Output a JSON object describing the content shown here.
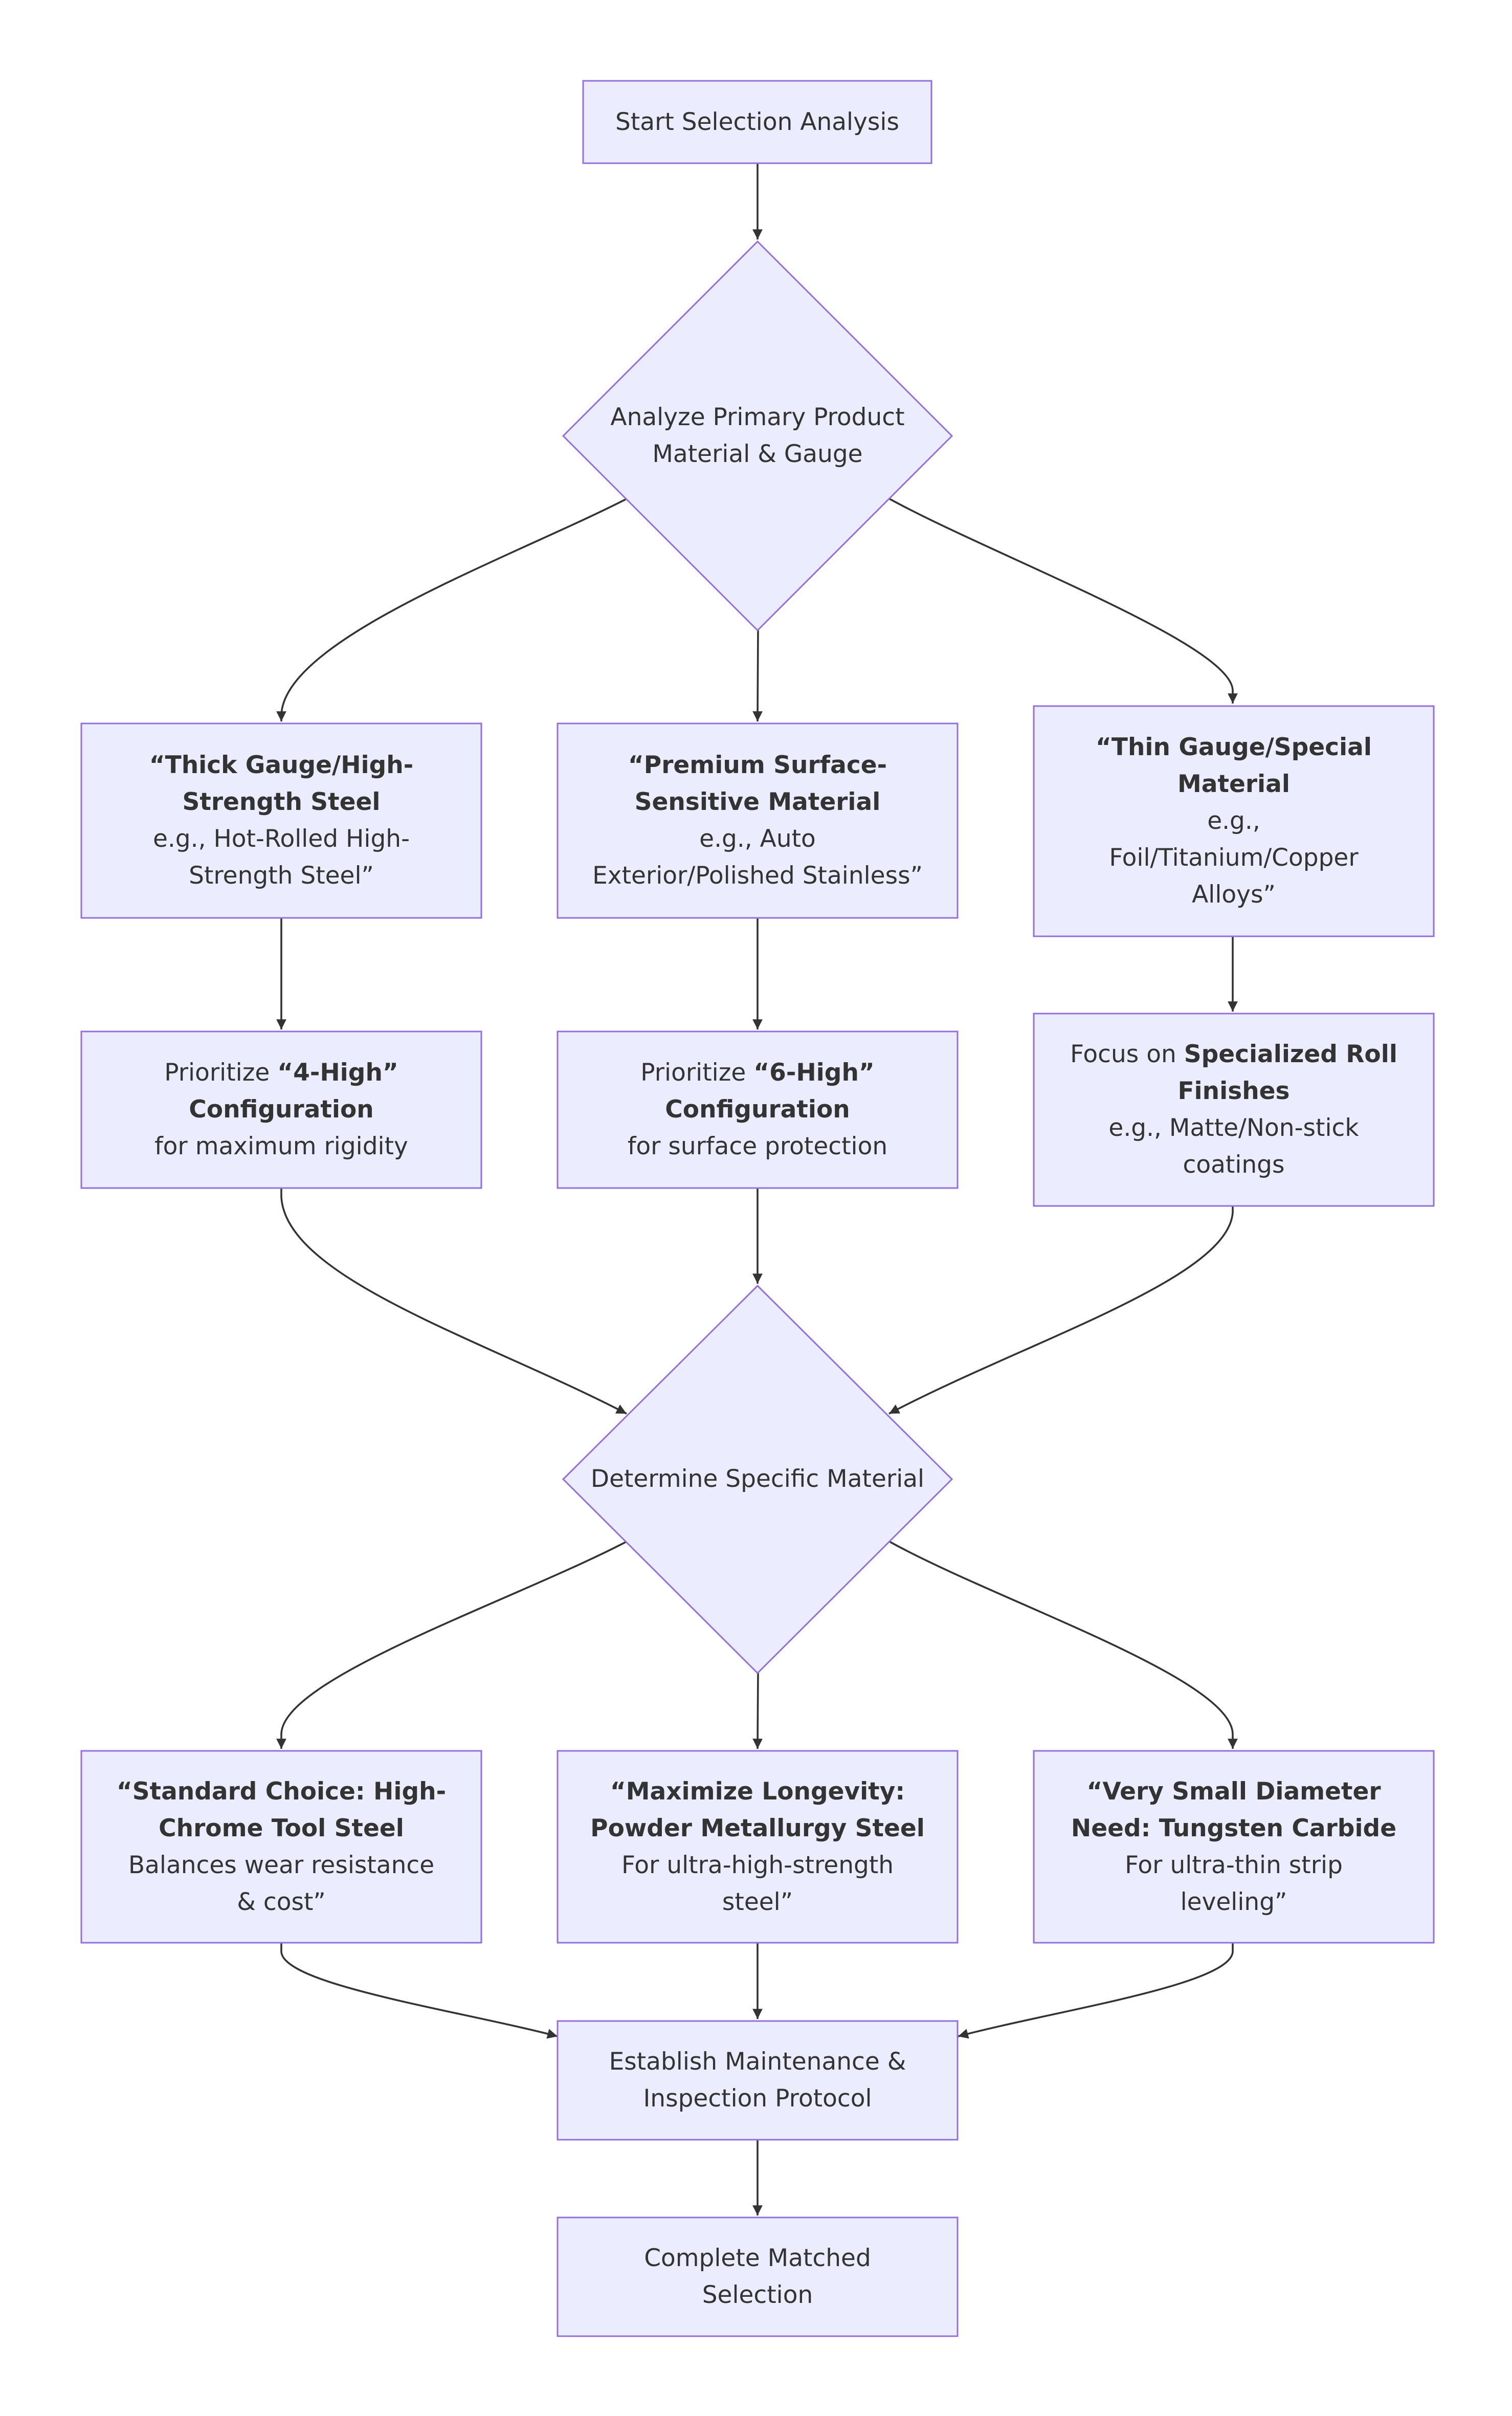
{
  "colors": {
    "node_fill": "#ECECFF",
    "node_border": "#9370DB",
    "edge": "#333333",
    "text": "#333333"
  },
  "nodes": {
    "start": {
      "lines": [
        "Start Selection Analysis"
      ]
    },
    "analyze": {
      "lines": [
        "Analyze Primary Product",
        "Material & Gauge"
      ]
    },
    "thick": {
      "lines": [
        "“Thick Gauge/High-",
        "Strength Steel",
        "e.g., Hot-Rolled High-",
        "Strength Steel”"
      ]
    },
    "premium": {
      "lines": [
        "“Premium Surface-",
        "Sensitive Material",
        "e.g., Auto",
        "Exterior/Polished Stainless”"
      ]
    },
    "thin": {
      "lines": [
        "“Thin Gauge/Special",
        "Material",
        "e.g.,",
        "Foil/Titanium/Copper",
        "Alloys”"
      ]
    },
    "four_high": {
      "line1_prefix": "Prioritize ",
      "line1_bold": "“4-High”",
      "line2": "Configuration",
      "line3": "for maximum rigidity"
    },
    "six_high": {
      "line1_prefix": "Prioritize ",
      "line1_bold": "“6-High”",
      "line2": "Configuration",
      "line3": "for surface protection"
    },
    "specialized": {
      "line1_prefix": "Focus on ",
      "line1_bold": "Specialized Roll",
      "line2": "Finishes",
      "line3": "e.g., Matte/Non-stick",
      "line4": "coatings"
    },
    "determine": {
      "lines": [
        "Determine Specific Material"
      ]
    },
    "standard": {
      "lines": [
        "“Standard Choice: High-",
        "Chrome Tool Steel",
        "Balances wear resistance",
        "& cost”"
      ]
    },
    "longevity": {
      "lines": [
        "“Maximize Longevity:",
        "Powder Metallurgy Steel",
        "For ultra-high-strength",
        "steel”"
      ]
    },
    "tungsten": {
      "lines": [
        "“Very Small Diameter",
        "Need: Tungsten Carbide",
        "For ultra-thin strip",
        "leveling”"
      ]
    },
    "maintenance": {
      "lines": [
        "Establish Maintenance &",
        "Inspection Protocol"
      ]
    },
    "complete": {
      "lines": [
        "Complete Matched",
        "Selection"
      ]
    }
  }
}
